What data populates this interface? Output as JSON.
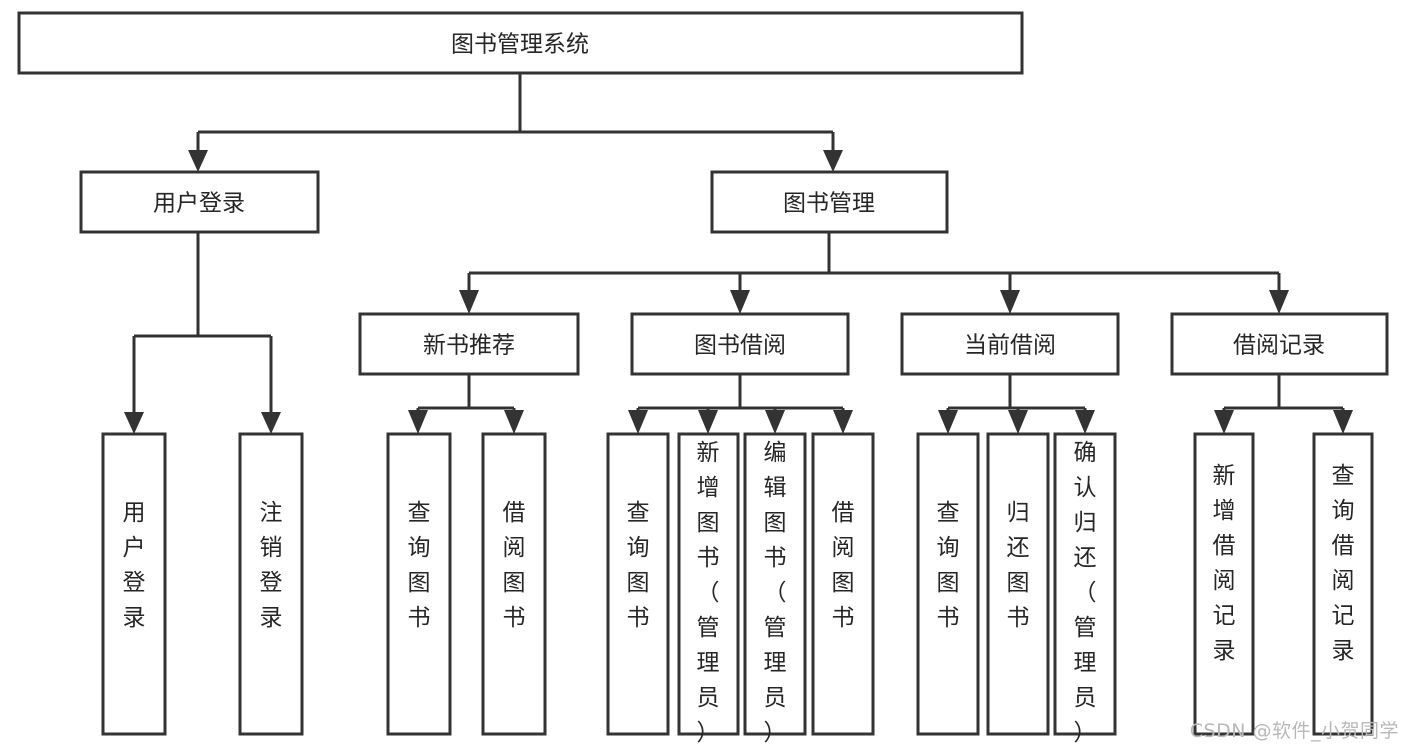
{
  "diagram": {
    "type": "tree",
    "title": "图书管理系统",
    "watermark": "CSDN @软件_小贺同学",
    "colors": {
      "box_stroke": "#333333",
      "box_fill": "#ffffff",
      "text": "#262626",
      "background": "#ffffff",
      "watermark": "#b8b8b8"
    },
    "nodes": {
      "root": {
        "label": "图书管理系统"
      },
      "level2": [
        {
          "id": "user-login",
          "label": "用户登录"
        },
        {
          "id": "book-management",
          "label": "图书管理"
        }
      ],
      "level3": [
        {
          "id": "new-book-recommend",
          "label": "新书推荐",
          "parent": "book-management"
        },
        {
          "id": "book-borrow",
          "label": "图书借阅",
          "parent": "book-management"
        },
        {
          "id": "current-borrow",
          "label": "当前借阅",
          "parent": "book-management"
        },
        {
          "id": "borrow-record",
          "label": "借阅记录",
          "parent": "book-management"
        }
      ],
      "leaves": [
        {
          "id": "leaf-user-login",
          "label": "用户登录",
          "parent": "user-login"
        },
        {
          "id": "leaf-logout",
          "label": "注销登录",
          "parent": "user-login"
        },
        {
          "id": "leaf-query-book-1",
          "label": "查询图书",
          "parent": "new-book-recommend"
        },
        {
          "id": "leaf-borrow-book-1",
          "label": "借阅图书",
          "parent": "new-book-recommend"
        },
        {
          "id": "leaf-query-book-2",
          "label": "查询图书",
          "parent": "book-borrow"
        },
        {
          "id": "leaf-add-book",
          "label": "新增图书（管理员）",
          "parent": "book-borrow"
        },
        {
          "id": "leaf-edit-book",
          "label": "编辑图书（管理员）",
          "parent": "book-borrow"
        },
        {
          "id": "leaf-borrow-book-2",
          "label": "借阅图书",
          "parent": "book-borrow"
        },
        {
          "id": "leaf-query-book-3",
          "label": "查询图书",
          "parent": "current-borrow"
        },
        {
          "id": "leaf-return-book",
          "label": "归还图书",
          "parent": "current-borrow"
        },
        {
          "id": "leaf-confirm-return",
          "label": "确认归还（管理员）",
          "parent": "current-borrow"
        },
        {
          "id": "leaf-add-record",
          "label": "新增借阅记录",
          "parent": "borrow-record"
        },
        {
          "id": "leaf-query-record",
          "label": "查询借阅记录",
          "parent": "borrow-record"
        }
      ]
    }
  }
}
